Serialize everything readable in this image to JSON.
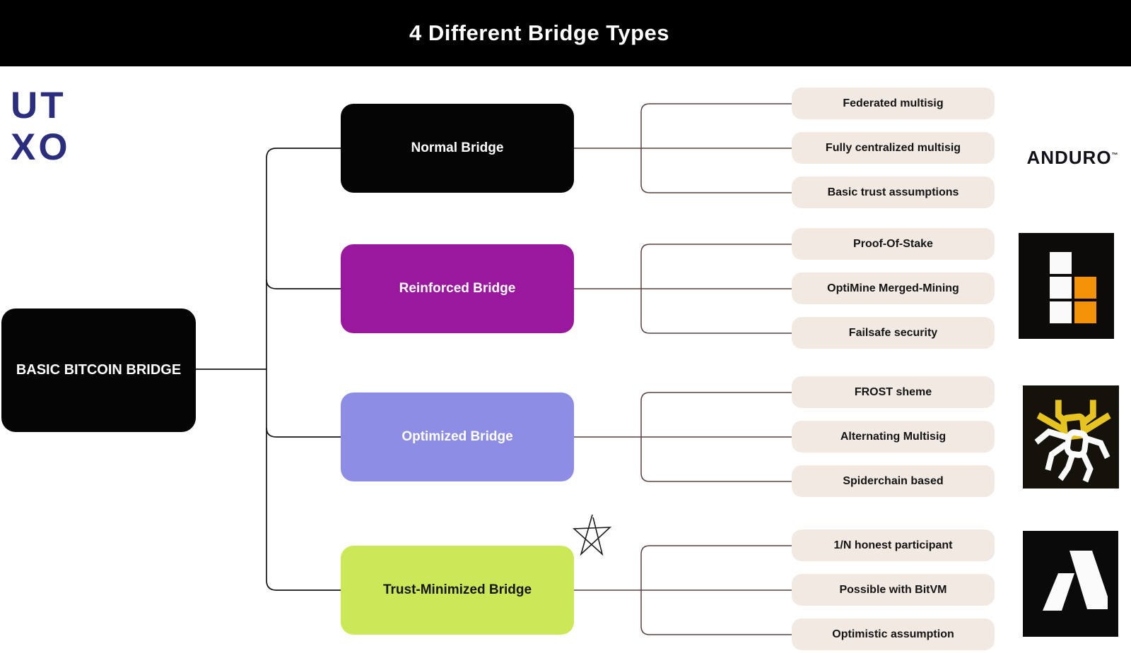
{
  "title": "4 Different Bridge Types",
  "root": {
    "label": "BASIC BITCOIN BRIDGE"
  },
  "bridges": [
    {
      "label": "Normal Bridge",
      "color": "#050505",
      "features": [
        "Federated multisig",
        "Fully centralized multisig",
        "Basic trust assumptions"
      ]
    },
    {
      "label": "Reinforced Bridge",
      "color": "#9a189d",
      "features": [
        "Proof-Of-Stake",
        "OptiMine Merged-Mining",
        "Failsafe security"
      ]
    },
    {
      "label": "Optimized Bridge",
      "color": "#8d8de6",
      "features": [
        "FROST sheme",
        "Alternating Multisig",
        "Spiderchain based"
      ]
    },
    {
      "label": "Trust-Minimized Bridge",
      "color": "#cbe956",
      "features": [
        "1/N honest participant",
        "Possible with BitVM",
        "Optimistic assumption"
      ]
    }
  ],
  "logos": {
    "utxo": {
      "line1": "UT",
      "line2": "XO",
      "color": "#2b2d7f"
    },
    "anduro": {
      "text": "ANDURO",
      "trademark": "™"
    },
    "grid_logo": {
      "icon": "squares-grid-logo",
      "orange": "#f39207",
      "white": "#fafafa"
    },
    "spider_logo": {
      "icon": "spiderchain-spider-logo",
      "yellow": "#e6c31e"
    },
    "a_logo": {
      "icon": "abstract-a-mark-logo"
    }
  },
  "decorations": {
    "star": "hand-drawn-star-doodle"
  },
  "style": {
    "label_bg": "#f2e9e3",
    "left_line": "#161616",
    "right_line": "#5a4040"
  }
}
